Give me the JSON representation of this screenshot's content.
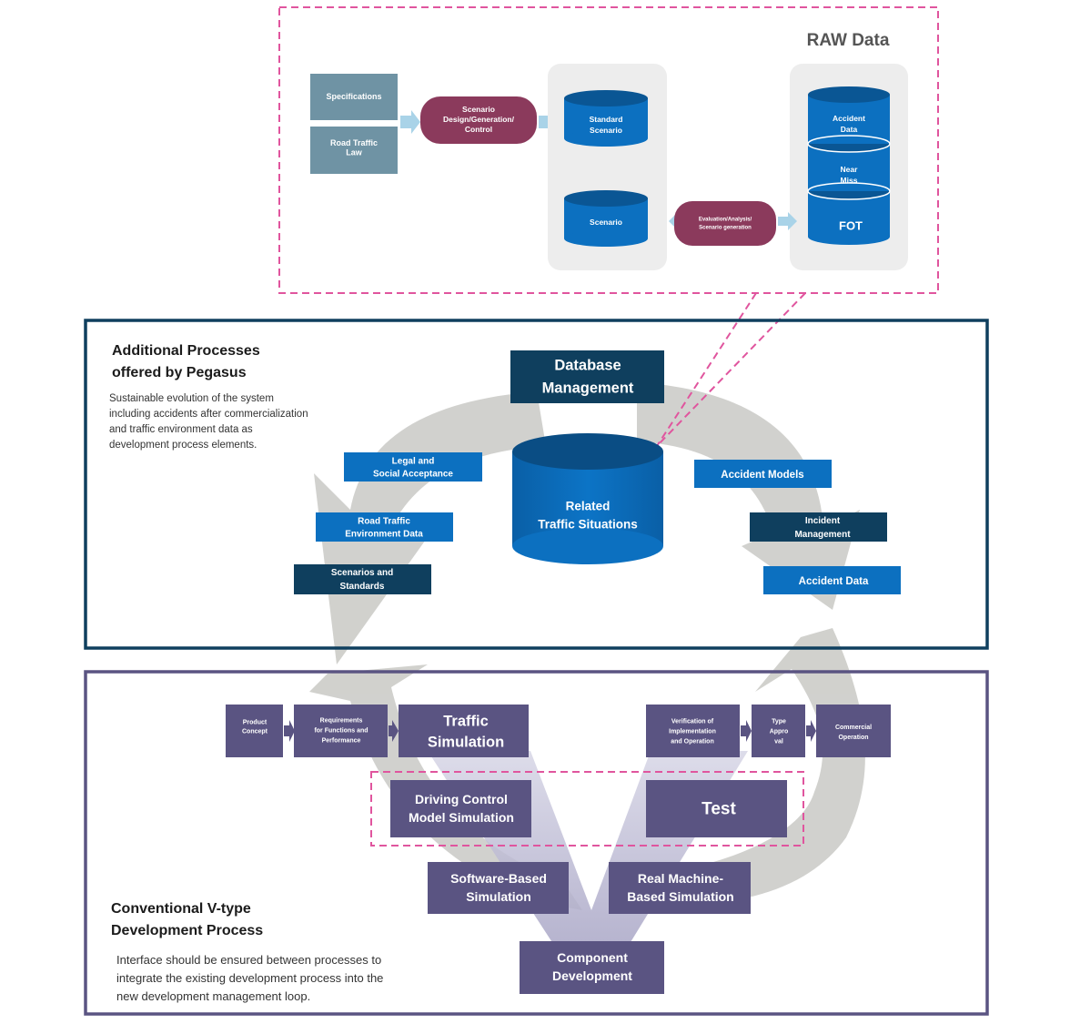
{
  "raw_data": {
    "title": "RAW Data",
    "inputs": [
      {
        "id": "specifications",
        "lines": [
          "Specifications"
        ]
      },
      {
        "id": "road-traffic-law",
        "lines": [
          "Road Traffic",
          "Law"
        ]
      }
    ],
    "scenario_process": [
      "Scenario",
      "Design/Generation/",
      "Control"
    ],
    "standard_scenario": [
      "Standard",
      "Scenario"
    ],
    "scenario": [
      "Scenario"
    ],
    "evaluation_process": [
      "Evaluation/Analysis/",
      "Scenario generation"
    ],
    "sources": [
      {
        "id": "accident-data",
        "lines": [
          "Accident",
          "Data"
        ]
      },
      {
        "id": "near-miss",
        "lines": [
          "Near",
          "Miss"
        ]
      },
      {
        "id": "fot",
        "lines": [
          "FOT"
        ]
      }
    ]
  },
  "pegasus": {
    "heading": [
      "Additional Processes",
      "offered by Pegasus"
    ],
    "description": [
      "Sustainable evolution of the system",
      "including accidents after commercialization",
      "and traffic environment data as",
      "development process elements."
    ],
    "database_management": [
      "Database",
      "Management"
    ],
    "related_traffic": [
      "Related",
      "Traffic Situations"
    ],
    "left_items": [
      {
        "id": "legal-social",
        "lines": [
          "Legal and",
          "Social Acceptance"
        ]
      },
      {
        "id": "road-traffic-env",
        "lines": [
          "Road Traffic",
          "Environment Data"
        ]
      },
      {
        "id": "scenarios-standards",
        "lines": [
          "Scenarios and",
          "Standards"
        ]
      }
    ],
    "right_items": [
      {
        "id": "accident-models",
        "lines": [
          "Accident Models"
        ]
      },
      {
        "id": "incident-management",
        "lines": [
          "Incident",
          "Management"
        ]
      },
      {
        "id": "accident-data-box",
        "lines": [
          "Accident Data"
        ]
      }
    ]
  },
  "vprocess": {
    "heading": [
      "Conventional V-type",
      "Development Process"
    ],
    "description": [
      "Interface should be ensured between processes to",
      "integrate the existing development process into the",
      "new development management loop."
    ],
    "product_concept": [
      "Product",
      "Concept"
    ],
    "requirements": [
      "Requirements",
      "for Functions and",
      "Performance"
    ],
    "traffic_simulation": [
      "Traffic",
      "Simulation"
    ],
    "verification": [
      "Verification of",
      "Implementation",
      "and Operation"
    ],
    "type_approval": [
      "Type",
      "Appro",
      "val"
    ],
    "commercial_operation": [
      "Commercial",
      "Operation"
    ],
    "driving_control": [
      "Driving Control",
      "Model Simulation"
    ],
    "test": [
      "Test"
    ],
    "software_sim": [
      "Software-Based",
      "Simulation"
    ],
    "real_machine_sim": [
      "Real Machine-",
      "Based Simulation"
    ],
    "component_dev": [
      "Component",
      "Development"
    ]
  },
  "colors": {
    "steel_blue": "#6f93a4",
    "maroon": "#8b3a5c",
    "blue": "#0c70c0",
    "navy": "#0f3f5e",
    "purple": "#5a5482",
    "pink_dash": "#e0559e",
    "grey_arrow": "#cfcfcb"
  }
}
